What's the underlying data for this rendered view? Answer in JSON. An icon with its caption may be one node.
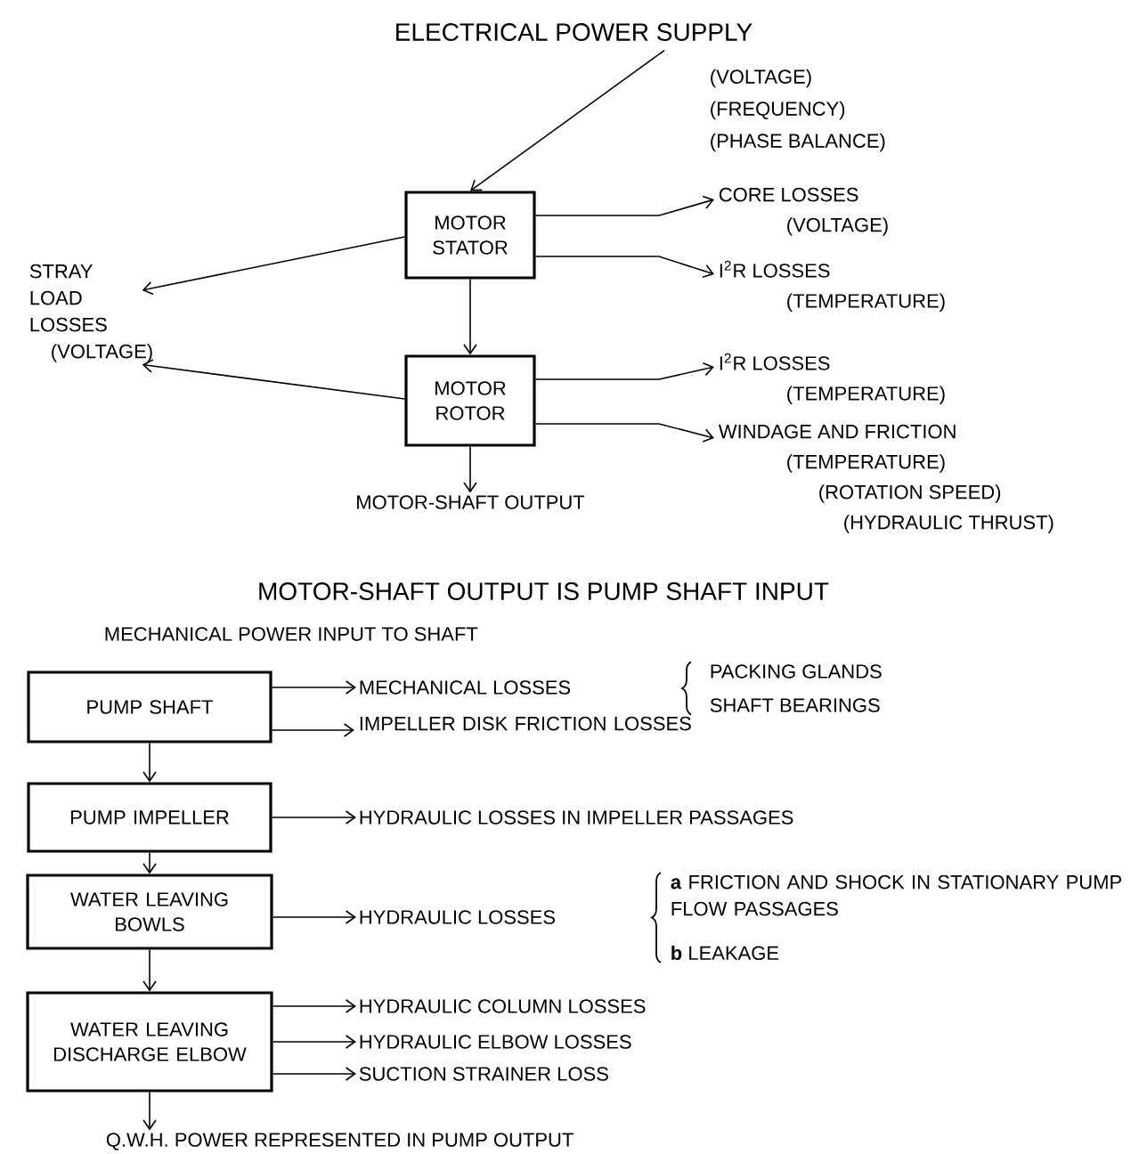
{
  "diagram": {
    "nodes": [
      {
        "text": [
          "ELECTRICAL POWER SUPPLY"
        ],
        "beside": [
          "(VOLTAGE)",
          "(FREQUENCY)",
          "(PHASE BALANCE)"
        ]
      },
      {
        "text": [
          "MOTOR STATOR"
        ]
      },
      {
        "text": [
          "CORE LOSSES",
          "(VOLTAGE)"
        ]
      },
      {
        "text": [
          "I$^{2}$R LOSSES",
          "(TEMPERATURE)"
        ]
      },
      {
        "text": [
          "STRAY LOAD LOSSES",
          "(VOLTAGE)"
        ]
      },
      {
        "text": [
          "MOTOR ROTOR"
        ]
      },
      {
        "text": [
          "I$^{2}$R LOSSES",
          "(TEMPERATURE)"
        ]
      },
      {
        "text": [
          "WINDAGE AND FRICTION",
          "(TEMPERATURE)",
          "(ROTATION SPEED)",
          "(HYDRAULIC THRUST)"
        ]
      },
      {
        "text": [
          "MOTOR-SHAFT OUTPUT"
        ]
      },
      {
        "text": [
          "PUMP SHAFT"
        ]
      },
      {
        "text": [
          "MECHANICAL LOSSES"
        ]
      },
      {
        "text": [
          "IMPELLER DISK FRICTION LOSSES"
        ]
      },
      {
        "text": [
          "PUMP IMPELLER"
        ]
      },
      {
        "text": [
          "HYDRAULIC LOSSES IN IMPELLER PASSAGES"
        ]
      },
      {
        "text": [
          "WATER LEAVING BOWLS"
        ]
      },
      {
        "text": [
          "HYDRAULIC LOSSES"
        ]
      },
      {
        "text": [
          "WATER LEAVING DISCHARGE ELBOW"
        ]
      },
      {
        "text": [
          "HYDRAULIC COLUMN LOSSES"
        ]
      },
      {
        "text": [
          "HYDRAULIC ELBOW LOSSES"
        ]
      },
      {
        "text": [
          "SUCTION STRAINER LOSS"
        ]
      },
      {
        "text": [
          "Q.W.H. POWER REPRESENTED IN PUMP OUTPUT"
        ]
      }
    ],
    "edges": [
      {
        "from": 0,
        "to": 1,
        "arrow": "to"
      },
      {
        "from": 1,
        "to": 2,
        "arrow": "to"
      },
      {
        "from": 1,
        "to": 3,
        "arrow": "to"
      },
      {
        "from": 1,
        "to": 4,
        "arrow": "to"
      },
      {
        "from": 1,
        "to": 5,
        "arrow": "to"
      },
      {
        "from": 5,
        "to": 4,
        "arrow": "to"
      },
      {
        "from": 5,
        "to": 6,
        "arrow": "to"
      },
      {
        "from": 5,
        "to": 7,
        "arrow": "to"
      },
      {
        "from": 5,
        "to": 8,
        "arrow": "to"
      },
      {
        "from": 9,
        "to": 10,
        "arrow": "to"
      },
      {
        "from": 9,
        "to": 11,
        "arrow": "to"
      },
      {
        "from": 9,
        "to": 12,
        "arrow": "to"
      },
      {
        "from": 12,
        "to": 13,
        "arrow": "to"
      },
      {
        "from": 12,
        "to": 14,
        "arrow": "to"
      },
      {
        "from": 14,
        "to": 15,
        "arrow": "to"
      },
      {
        "from": 14,
        "to": 16,
        "arrow": "to"
      },
      {
        "from": 16,
        "to": 17,
        "arrow": "to"
      },
      {
        "from": 16,
        "to": 18,
        "arrow": "to"
      },
      {
        "from": 16,
        "to": 19,
        "arrow": "to"
      },
      {
        "from": 16,
        "to": 20,
        "arrow": "to"
      }
    ],
    "labels": [
      "MOTOR-SHAFT OUTPUT IS PUMP SHAFT INPUT",
      "MECHANICAL POWER INPUT TO SHAFT",
      "PACKING GLANDS",
      "SHAFT BEARINGS",
      "**a** FRICTION AND SHOCK IN STATIONARY PUMP FLOW PASSAGES",
      "**b** LEAKAGE"
    ]
  }
}
